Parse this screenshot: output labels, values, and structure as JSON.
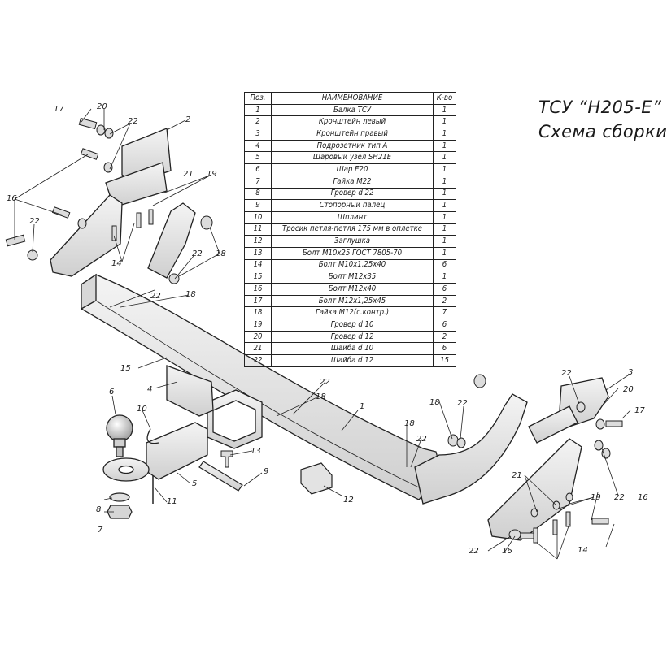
{
  "title": {
    "line1": "ТСУ “H205-E”",
    "line2": "Схема сборки"
  },
  "table": {
    "headers": [
      "Поз.",
      "НАИМЕНОВАНИЕ",
      "К-во"
    ],
    "rows": [
      [
        "1",
        "Балка ТСУ",
        "1"
      ],
      [
        "2",
        "Кронштейн левый",
        "1"
      ],
      [
        "3",
        "Кронштейн правый",
        "1"
      ],
      [
        "4",
        "Подрозетник тип А",
        "1"
      ],
      [
        "5",
        "Шаровый узел SH21E",
        "1"
      ],
      [
        "6",
        "Шар E20",
        "1"
      ],
      [
        "7",
        "Гайка M22",
        "1"
      ],
      [
        "8",
        "Гровер d 22",
        "1"
      ],
      [
        "9",
        "Стопорный палец",
        "1"
      ],
      [
        "10",
        "Шплинт",
        "1"
      ],
      [
        "11",
        "Тросик петля-петля 175 мм в оплетке",
        "1"
      ],
      [
        "12",
        "Заглушка",
        "1"
      ],
      [
        "13",
        "Болт M10x25 ГОСТ 7805-70",
        "1"
      ],
      [
        "14",
        "Болт M10x1,25x40",
        "6"
      ],
      [
        "15",
        "Болт M12x35",
        "1"
      ],
      [
        "16",
        "Болт M12x40",
        "6"
      ],
      [
        "17",
        "Болт M12x1,25x45",
        "2"
      ],
      [
        "18",
        "Гайка M12(с.контр.)",
        "7"
      ],
      [
        "19",
        "Гровер d 10",
        "6"
      ],
      [
        "20",
        "Гровер d 12",
        "2"
      ],
      [
        "21",
        "Шайба d 10",
        "6"
      ],
      [
        "22",
        "Шайба d 12",
        "15"
      ]
    ]
  },
  "callouts": {
    "c1": "1",
    "c2": "2",
    "c3": "3",
    "c4": "4",
    "c5": "5",
    "c6": "6",
    "c7": "7",
    "c8": "8",
    "c9": "9",
    "c10": "10",
    "c11": "11",
    "c12": "12",
    "c13": "13",
    "c14a": "14",
    "c14b": "14",
    "c15": "15",
    "c16a": "16",
    "c16b": "16",
    "c16c": "16",
    "c17a": "17",
    "c17b": "17",
    "c18a": "18",
    "c18b": "18",
    "c18c": "18",
    "c18d": "18",
    "c18e": "18",
    "c19a": "19",
    "c19b": "19",
    "c20a": "20",
    "c20b": "20",
    "c21a": "21",
    "c21b": "21",
    "c22a": "22",
    "c22b": "22",
    "c22c": "22",
    "c22d": "22",
    "c22e": "22",
    "c22f": "22",
    "c22g": "22",
    "c22h": "22",
    "c22i": "22",
    "c22j": "22"
  }
}
